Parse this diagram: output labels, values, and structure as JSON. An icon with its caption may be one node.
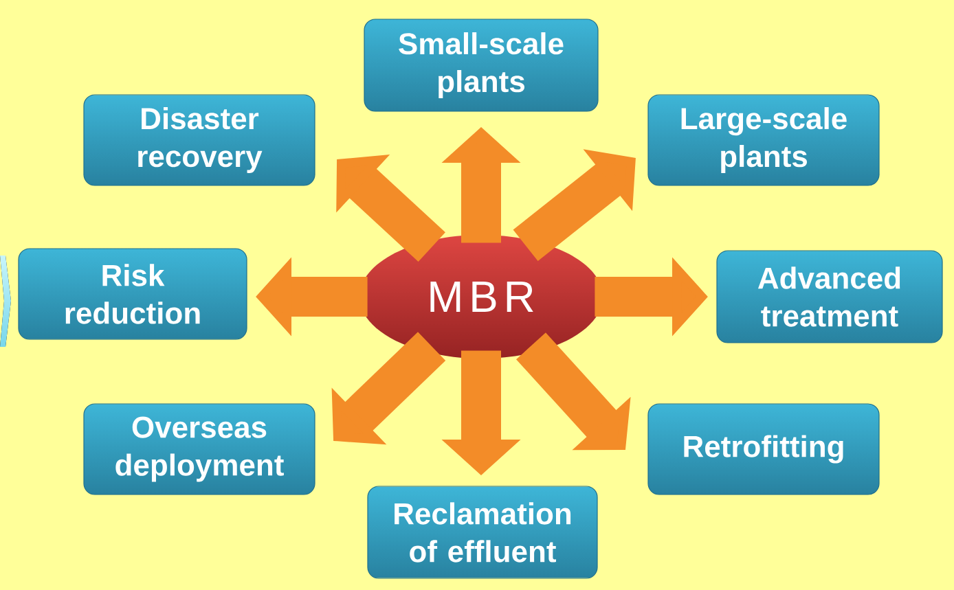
{
  "diagram": {
    "nodes": [
      {
        "text": [
          "MBR"
        ]
      },
      {
        "text": [
          "Small-scale plants"
        ]
      },
      {
        "text": [
          "Large-scale plants"
        ]
      },
      {
        "text": [
          "Advanced treatment"
        ]
      },
      {
        "text": [
          "Retrofitting"
        ]
      },
      {
        "text": [
          "Reclamation of effluent"
        ]
      },
      {
        "text": [
          "Overseas deployment"
        ]
      },
      {
        "text": [
          "Risk reduction"
        ]
      },
      {
        "text": [
          "Disaster recovery"
        ]
      }
    ],
    "edges": [
      {
        "from": 0,
        "to": 1,
        "arrow": "to"
      },
      {
        "from": 0,
        "to": 2,
        "arrow": "to"
      },
      {
        "from": 0,
        "to": 3,
        "arrow": "to"
      },
      {
        "from": 0,
        "to": 4,
        "arrow": "to"
      },
      {
        "from": 0,
        "to": 5,
        "arrow": "to"
      },
      {
        "from": 0,
        "to": 6,
        "arrow": "to"
      },
      {
        "from": 0,
        "to": 7,
        "arrow": "to"
      },
      {
        "from": 0,
        "to": 8,
        "arrow": "to"
      }
    ]
  }
}
